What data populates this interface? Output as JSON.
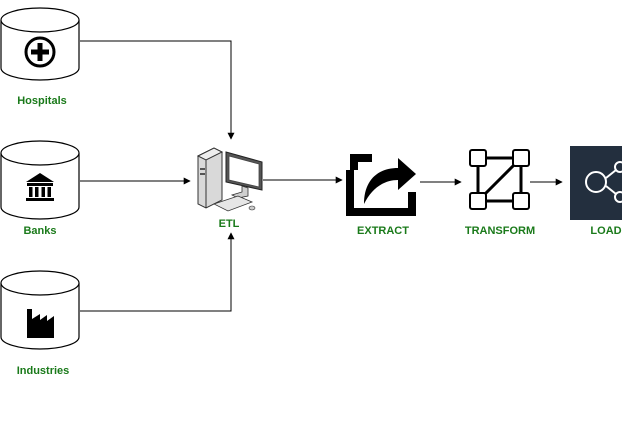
{
  "colors": {
    "label": "#1a7a1a",
    "line": "#000000",
    "load_box": "#232f3e"
  },
  "sources": [
    {
      "label": "Hospitals",
      "icon": "plus-circle-icon"
    },
    {
      "label": "Banks",
      "icon": "bank-icon"
    },
    {
      "label": "Industries",
      "icon": "factory-icon"
    }
  ],
  "etl": {
    "label": "ETL",
    "icon": "computer-icon"
  },
  "steps": {
    "extract": {
      "label": "EXTRACT",
      "icon": "share-arrow-icon"
    },
    "transform": {
      "label": "TRANSFORM",
      "icon": "transform-nodes-icon"
    },
    "load": {
      "label": "LOAD",
      "icon": "network-nodes-icon"
    }
  }
}
